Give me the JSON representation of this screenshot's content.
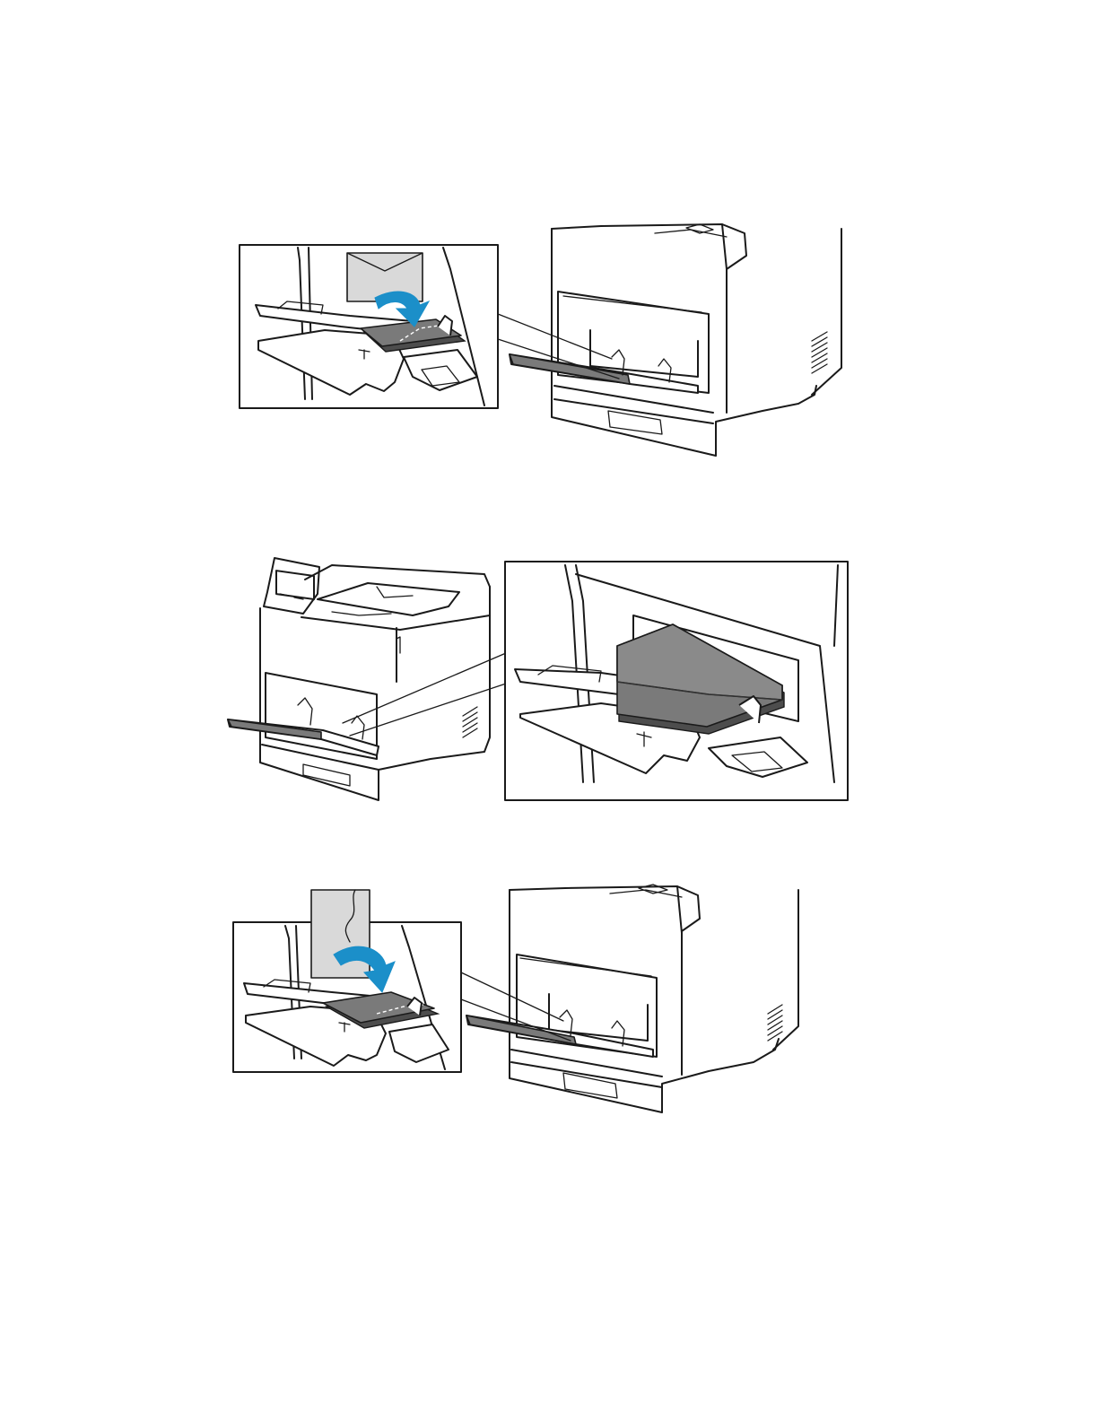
{
  "colors": {
    "arrow": "#1b8fc9",
    "line": "#1a1a1a",
    "media_fill": "#d9d9d9",
    "stack_fill": "#7a7a7a"
  },
  "figures": [
    {
      "name": "envelope-flap-down-loading",
      "icons": [
        "printer-icon",
        "bypass-tray-icon",
        "envelope-icon",
        "curved-arrow-icon"
      ]
    },
    {
      "name": "envelope-stack-in-tray",
      "icons": [
        "printer-icon",
        "control-panel-icon",
        "envelope-stack-icon"
      ]
    },
    {
      "name": "envelope-portrait-loading",
      "icons": [
        "printer-icon",
        "bypass-tray-icon",
        "envelope-icon",
        "curved-arrow-icon"
      ]
    }
  ]
}
